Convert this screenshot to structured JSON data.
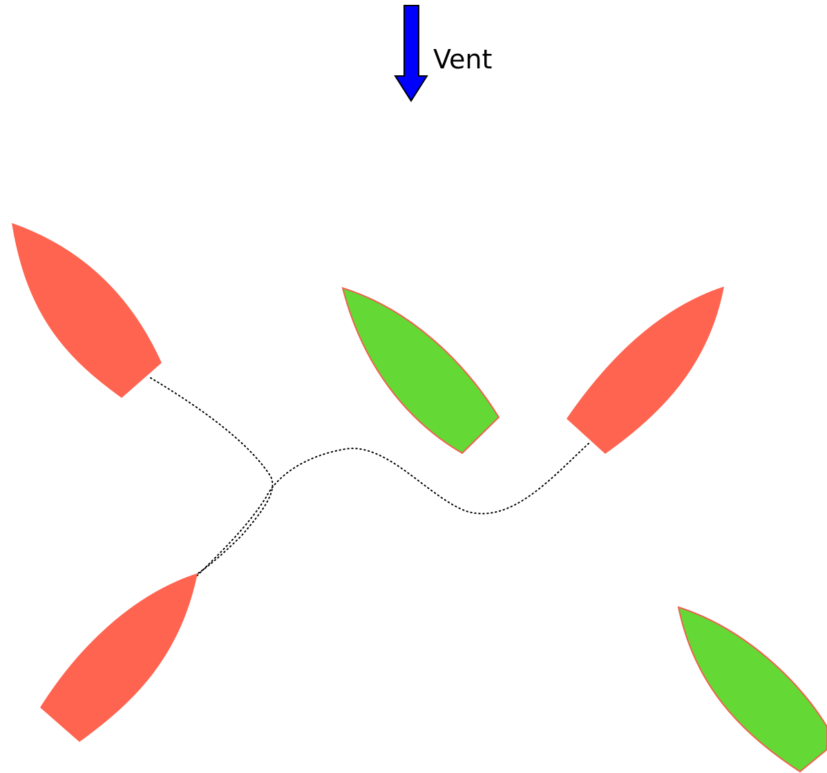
{
  "wind": {
    "label": "Vent",
    "color": "#0000FF",
    "direction": "down"
  },
  "boats": [
    {
      "id": "boat-top-left",
      "color": "#FF6450",
      "outline": "#FF6450"
    },
    {
      "id": "boat-top-center",
      "color": "#64D834",
      "outline": "#F06050"
    },
    {
      "id": "boat-top-right",
      "color": "#FF6450",
      "outline": "#FF6450"
    },
    {
      "id": "boat-bottom-left",
      "color": "#FF6450",
      "outline": "#FF6450"
    },
    {
      "id": "boat-bottom-right",
      "color": "#64D834",
      "outline": "#F06050"
    }
  ],
  "tracks": {
    "style": "dotted",
    "color": "#000000"
  }
}
